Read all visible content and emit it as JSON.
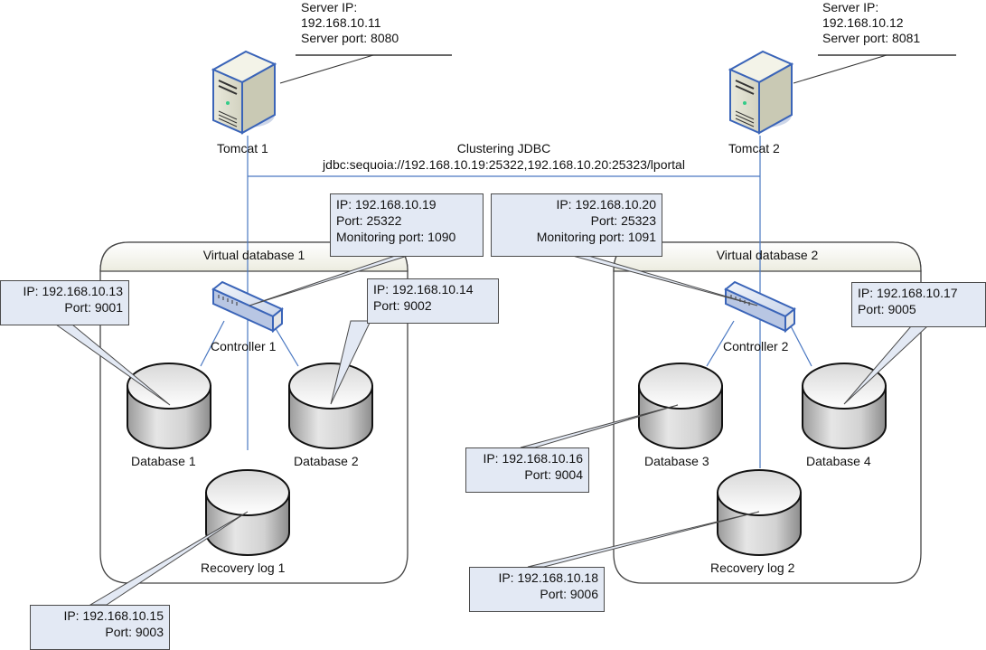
{
  "servers": [
    {
      "name": "Tomcat 1",
      "info": [
        "Server IP:",
        "192.168.10.11",
        "Server port: 8080"
      ]
    },
    {
      "name": "Tomcat 2",
      "info": [
        "Server IP:",
        "192.168.10.12",
        "Server port: 8081"
      ]
    }
  ],
  "jdbc": {
    "title": "Clustering JDBC",
    "url": "jdbc:sequoia://192.168.10.19:25322,192.168.10.20:25323/lportal"
  },
  "virtual_databases": [
    {
      "title": "Virtual database 1",
      "controller": {
        "name": "Controller 1",
        "callout": [
          "IP: 192.168.10.19",
          "Port: 25322",
          "Monitoring port: 1090"
        ]
      },
      "databases": [
        {
          "name": "Database 1",
          "callout": [
            "IP: 192.168.10.13",
            "Port: 9001"
          ]
        },
        {
          "name": "Database 2",
          "callout": [
            "IP: 192.168.10.14",
            "Port: 9002"
          ]
        }
      ],
      "recovery_log": {
        "name": "Recovery log 1",
        "callout": [
          "IP: 192.168.10.15",
          "Port: 9003"
        ]
      }
    },
    {
      "title": "Virtual database 2",
      "controller": {
        "name": "Controller 2",
        "callout": [
          "IP: 192.168.10.20",
          "Port: 25323",
          "Monitoring port: 1091"
        ]
      },
      "databases": [
        {
          "name": "Database 3",
          "callout": [
            "IP: 192.168.10.16",
            "Port: 9004"
          ]
        },
        {
          "name": "Database 4",
          "callout": [
            "IP: 192.168.10.17",
            "Port: 9005"
          ]
        }
      ],
      "recovery_log": {
        "name": "Recovery log 2",
        "callout": [
          "IP: 192.168.10.18",
          "Port: 9006"
        ]
      }
    }
  ],
  "colors": {
    "link_line": "#4a78c2",
    "callout_fill": "#e3e9f4",
    "server_outline": "#3a64b8",
    "vdb_header_fill": "#f4f4ea"
  }
}
